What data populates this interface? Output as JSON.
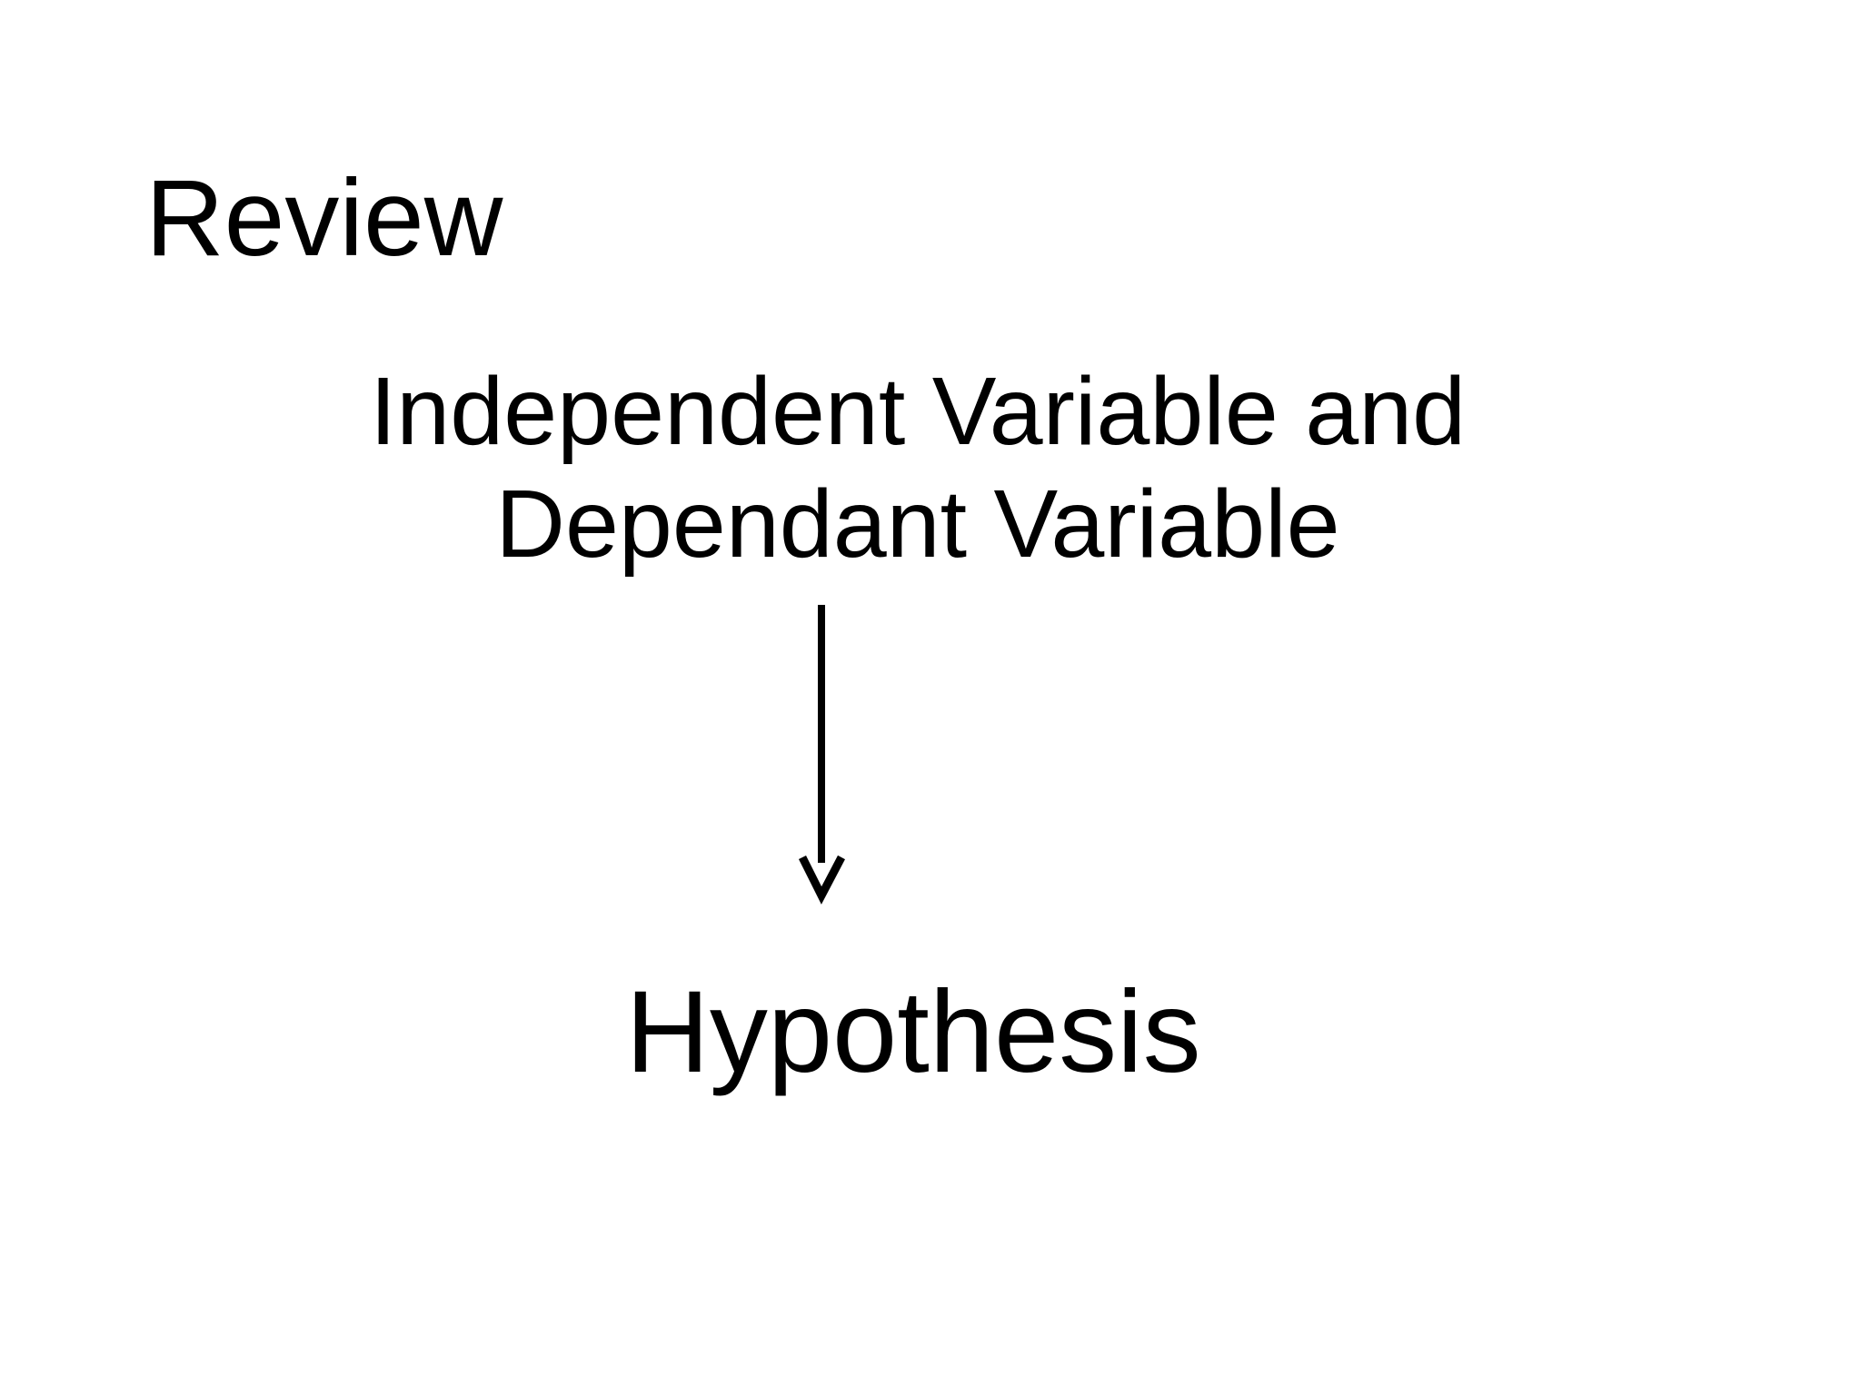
{
  "slide": {
    "title": "Review",
    "diagram": {
      "source_line1": "Independent Variable and",
      "source_line2": "Dependant Variable",
      "arrow_icon": "down-arrow",
      "target": "Hypothesis"
    },
    "colors": {
      "background": "#ffffff",
      "text": "#000000"
    }
  }
}
